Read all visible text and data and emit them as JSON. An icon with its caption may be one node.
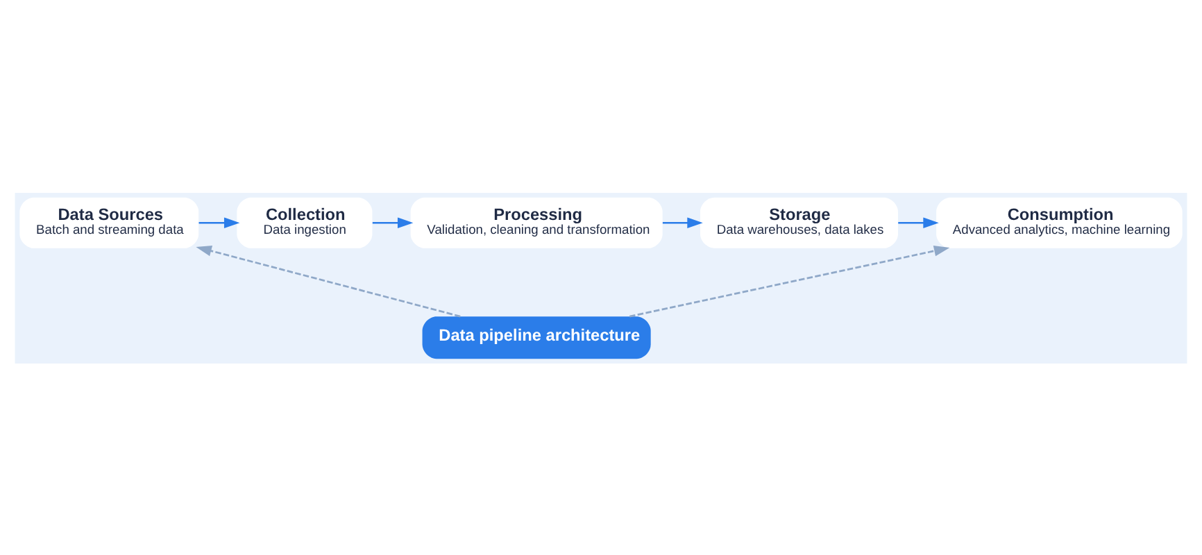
{
  "diagram": {
    "nodes": [
      {
        "text": [
          "Data Sources",
          "Batch and streaming data"
        ]
      },
      {
        "text": [
          "Collection",
          "Data ingestion"
        ]
      },
      {
        "text": [
          "Processing",
          "Validation, cleaning and transformation"
        ]
      },
      {
        "text": [
          "Storage",
          "Data warehouses, data lakes"
        ]
      },
      {
        "text": [
          "Consumption",
          "Advanced analytics, machine learning"
        ]
      },
      {
        "text": [
          "Data pipeline architecture"
        ]
      }
    ],
    "edges": [
      {
        "from": 0,
        "to": 1,
        "arrow": "to"
      },
      {
        "from": 1,
        "to": 2,
        "arrow": "to"
      },
      {
        "from": 2,
        "to": 3,
        "arrow": "to"
      },
      {
        "from": 3,
        "to": 4,
        "arrow": "to"
      },
      {
        "from": 5,
        "to": 0,
        "arrow": "to",
        "style": "dashed",
        "color": "#8fa8c8"
      },
      {
        "from": 5,
        "to": 4,
        "arrow": "to",
        "style": "dashed",
        "color": "#8fa8c8"
      }
    ]
  }
}
